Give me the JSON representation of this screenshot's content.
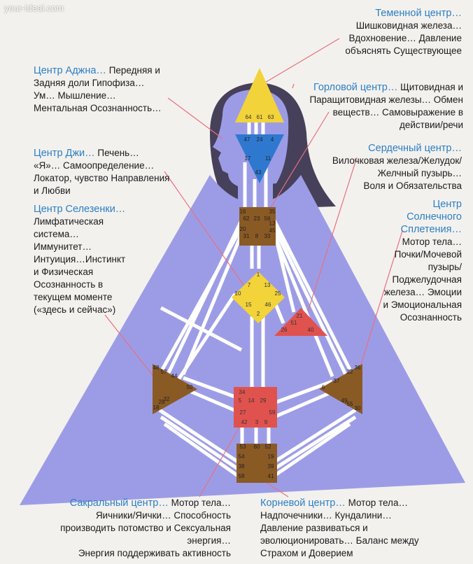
{
  "watermark": "your-ideal.com",
  "colors": {
    "body": "#9c9ce6",
    "bodyDark": "#7f7fd4",
    "hair": "#46405a",
    "yellow": "#f2d33a",
    "blue": "#2f78cf",
    "brown": "#8a5a24",
    "red": "#e0524e",
    "pink": "#e8707c",
    "title": "#2b7fc4"
  },
  "centers": {
    "head": {
      "gates": [
        "64",
        "61",
        "63"
      ]
    },
    "ajna": {
      "gates": [
        "47",
        "24",
        "4",
        "17",
        "11",
        "43"
      ]
    },
    "throat": {
      "gates": [
        "16",
        "62",
        "23",
        "56",
        "35",
        "12",
        "20",
        "31",
        "8",
        "33",
        "45"
      ]
    },
    "g": {
      "gates": [
        "1",
        "7",
        "13",
        "10",
        "25",
        "15",
        "46",
        "2"
      ]
    },
    "heart": {
      "gates": [
        "21",
        "51",
        "26",
        "40"
      ]
    },
    "spleen": {
      "gates": [
        "48",
        "57",
        "44",
        "50",
        "32",
        "28",
        "18"
      ]
    },
    "solar": {
      "gates": [
        "36",
        "22",
        "37",
        "6",
        "49",
        "55",
        "30"
      ]
    },
    "sacral": {
      "gates": [
        "34",
        "5",
        "14",
        "29",
        "27",
        "59",
        "42",
        "3",
        "9"
      ]
    },
    "root": {
      "gates": [
        "53",
        "60",
        "52",
        "54",
        "19",
        "38",
        "39",
        "58",
        "41"
      ]
    }
  },
  "labels": {
    "head": {
      "title": "Теменной центр…",
      "lines": [
        "Шишковидная железа…",
        "Вдохновение… Давление",
        "объяснять Существующее"
      ]
    },
    "ajna": {
      "title": "Центр Аджна…",
      "title_rest": " Передняя и",
      "lines": [
        "Задняя доли Гипофиза…",
        "Ум… Мышление…",
        "Ментальная  Осознанность…"
      ]
    },
    "throat": {
      "title": "Горловой центр…",
      "title_rest": " Щитовидная и",
      "lines": [
        "Паращитовидная железы… Обмен",
        "веществ… Самовыражение в",
        "действии/речи"
      ]
    },
    "g": {
      "title": "Центр Джи…",
      "title_rest": " Печень…",
      "lines": [
        "«Я»… Самоопределение…",
        "Локатор, чувство Направления",
        "и Любви"
      ]
    },
    "heart": {
      "title": "Сердечный центр…",
      "lines": [
        "Вилочковая железа/Желудок/",
        "Желчный пузырь…",
        "Воля и Обязательства"
      ]
    },
    "spleen": {
      "title": "Центр Селезенки…",
      "lines": [
        "Лимфатическая",
        "система…",
        "Иммунитет…",
        "Интуиция…Инстинкт",
        "и Физическая",
        "Осознанность в",
        "текущем моменте",
        "(«здесь и сейчас»)"
      ]
    },
    "solar": {
      "title_lines": [
        "Центр",
        "Солнечного",
        "Сплетения…"
      ],
      "lines": [
        "Мотор тела…",
        "Почки/Мочевой",
        "пузырь/",
        "Поджелудочная",
        "железа… Эмоции",
        "и Эмоциональная",
        "Осознанность"
      ]
    },
    "sacral": {
      "title": "Сакральный центр…",
      "title_rest": " Мотор тела…",
      "lines": [
        "Яичники/Яички… Способность",
        "производить потомство и Сексуальная",
        "энергия…",
        "Энергия поддерживать активность"
      ]
    },
    "root": {
      "title": "Корневой центр…",
      "title_rest": " Мотор тела…",
      "lines": [
        "Надпочечники… Кундалини…",
        "Давление развиваться и",
        "эволюционировать… Баланс между",
        "Страхом и Доверием"
      ]
    }
  }
}
